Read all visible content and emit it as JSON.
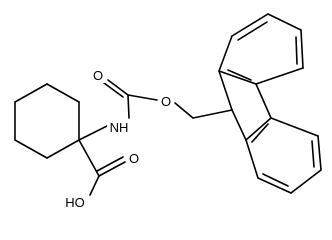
{
  "molecule": {
    "atom_labels": {
      "carbonyl_oxygen": "O",
      "ester_oxygen": "O",
      "amine": "NH",
      "acid_carbonyl_oxygen": "O",
      "hydroxyl": "HO"
    }
  }
}
